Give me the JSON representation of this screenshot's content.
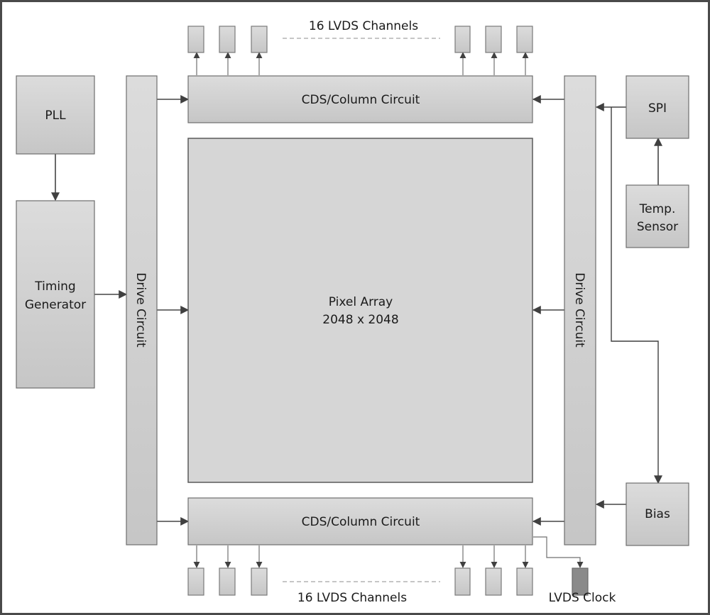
{
  "diagram": {
    "title": "Image sensor block diagram",
    "blocks": {
      "pll": "PLL",
      "timing_generator": [
        "Timing",
        "Generator"
      ],
      "drive_circuit_left": "Drive Circuit",
      "drive_circuit_right": "Drive Circuit",
      "cds_top": "CDS/Column Circuit",
      "cds_bottom": "CDS/Column Circuit",
      "pixel_array": [
        "Pixel Array",
        "2048 x 2048"
      ],
      "spi": "SPI",
      "temp_sensor": [
        "Temp.",
        "Sensor"
      ],
      "bias": "Bias"
    },
    "lvds": {
      "top_label": "16 LVDS Channels",
      "bottom_label": "16 LVDS Channels",
      "clock_label": "LVDS Clock",
      "top_channels_shown": 6,
      "bottom_channels_shown": 6
    },
    "connections": [
      {
        "from": "PLL",
        "to": "Timing Generator"
      },
      {
        "from": "Timing Generator",
        "to": "Drive Circuit (left)"
      },
      {
        "from": "Drive Circuit (left)",
        "to": "CDS/Column Circuit (top)"
      },
      {
        "from": "Drive Circuit (left)",
        "to": "Pixel Array"
      },
      {
        "from": "Drive Circuit (left)",
        "to": "CDS/Column Circuit (bottom)"
      },
      {
        "from": "Drive Circuit (right)",
        "to": "CDS/Column Circuit (top)"
      },
      {
        "from": "Drive Circuit (right)",
        "to": "Pixel Array"
      },
      {
        "from": "Drive Circuit (right)",
        "to": "CDS/Column Circuit (bottom)"
      },
      {
        "from": "SPI",
        "to": "Drive Circuit (right)"
      },
      {
        "from": "SPI",
        "to": "Bias"
      },
      {
        "from": "Temp. Sensor",
        "to": "SPI"
      },
      {
        "from": "Bias",
        "to": "Drive Circuit (right)"
      },
      {
        "from": "CDS/Column Circuit (top)",
        "to": "16 LVDS Channels (top)"
      },
      {
        "from": "CDS/Column Circuit (bottom)",
        "to": "16 LVDS Channels (bottom)"
      },
      {
        "from": "CDS/Column Circuit (bottom)",
        "to": "LVDS Clock"
      }
    ],
    "colors": {
      "frame": "#4a4a4a",
      "block_fill_top": "#dcdcdc",
      "block_fill_bottom": "#c8c8c8",
      "pixel_array_fill": "#d6d6d6",
      "lvds_clock_fill": "#8a8a8a",
      "wire": "#454545"
    }
  }
}
